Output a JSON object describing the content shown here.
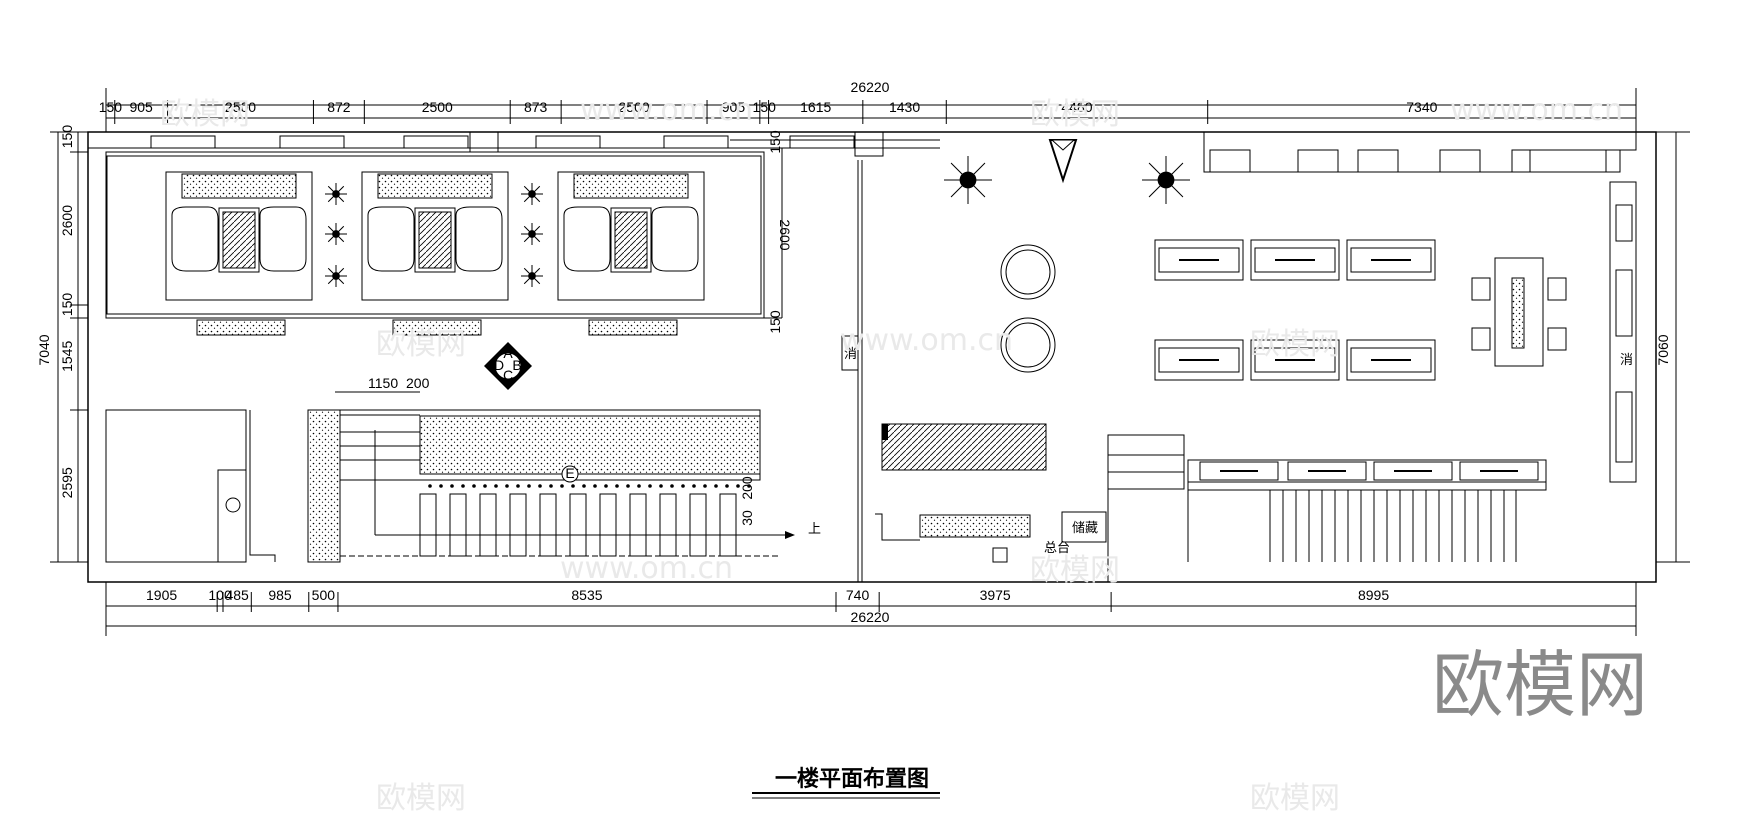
{
  "title": "一楼平面布置图",
  "watermark": {
    "brand": "欧模网",
    "domain": "www.om.cn"
  },
  "dimensions": {
    "total_width": "26220",
    "top_row": [
      "150",
      "905",
      "2500",
      "872",
      "2500",
      "873",
      "2500",
      "905",
      "150",
      "1615",
      "1430",
      "4480",
      "7340"
    ],
    "bottom_row": [
      "1905",
      "100",
      "485",
      "985",
      "500",
      "8535",
      "740",
      "3975",
      "8995"
    ],
    "left_column": [
      "150",
      "2600",
      "150",
      "1545",
      "2595"
    ],
    "left_total": "7040",
    "right_total": "7060",
    "inner": {
      "stage_height": "2600",
      "small_150_a": "150",
      "small_150_b": "150",
      "step_1150": "1150",
      "step_200": "200",
      "stair_a": "200",
      "stair_b": "30"
    }
  },
  "labels": {
    "stair_up": "上",
    "fire_left": "消",
    "fire_right": "消",
    "zone_marks": [
      "A",
      "B",
      "C",
      "D"
    ],
    "marker_e": "E",
    "room_a": "储藏",
    "room_b": "总台"
  }
}
